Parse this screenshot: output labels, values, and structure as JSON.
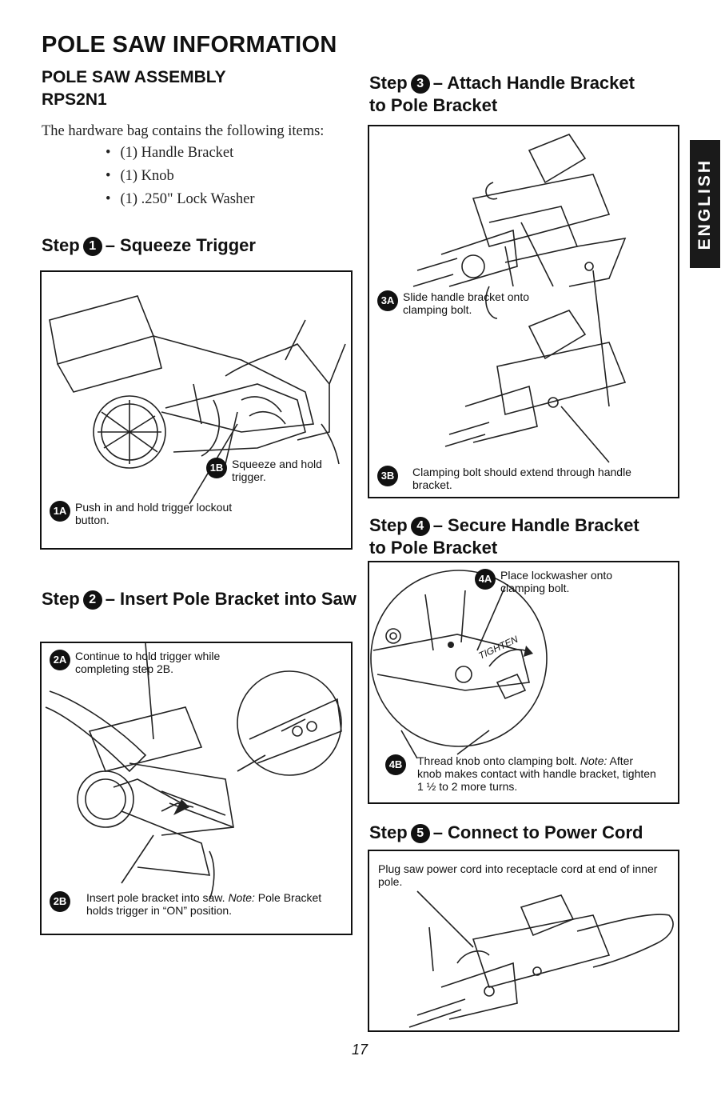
{
  "page": {
    "title": "POLE SAW INFORMATION",
    "subtitle": "POLE SAW ASSEMBLY",
    "model": "RPS2N1",
    "intro": "The hardware bag contains the following items:",
    "items": [
      "(1) Handle Bracket",
      "(1) Knob",
      "(1) .250\" Lock Washer"
    ],
    "side_tab": "ENGLISH",
    "page_number": "17"
  },
  "steps": {
    "s1": {
      "prefix": "Step",
      "num": "1",
      "title": "– Squeeze Trigger",
      "callouts": {
        "c1b": {
          "badge": "1B",
          "text": "Squeeze and hold trigger."
        },
        "c1a": {
          "badge": "1A",
          "text": "Push in and hold trigger lockout button."
        }
      }
    },
    "s2": {
      "prefix": "Step",
      "num": "2",
      "title": "– Insert Pole Bracket into Saw",
      "callouts": {
        "c2a": {
          "badge": "2A",
          "text": "Continue to hold trigger while completing step 2B."
        },
        "c2b": {
          "badge": "2B",
          "text_a": "Insert pole bracket into saw. ",
          "note": "Note:",
          "text_b": " Pole Bracket holds trigger in “ON” position."
        }
      }
    },
    "s3": {
      "prefix": "Step",
      "num": "3",
      "title_l1": "– Attach Handle Bracket",
      "title_l2": "to Pole Bracket",
      "callouts": {
        "c3a": {
          "badge": "3A",
          "text": "Slide handle bracket onto clamping bolt."
        },
        "c3b": {
          "badge": "3B",
          "text": "Clamping bolt should extend through handle bracket."
        }
      }
    },
    "s4": {
      "prefix": "Step",
      "num": "4",
      "title_l1": "– Secure Handle Bracket",
      "title_l2": "to Pole Bracket",
      "callouts": {
        "c4a": {
          "badge": "4A",
          "text": "Place lockwasher onto clamping bolt."
        },
        "c4b": {
          "badge": "4B",
          "text_a": "Thread knob onto clamping bolt. ",
          "note": "Note:",
          "text_b": " After knob makes contact with handle bracket, tighten 1 ½ to 2 more turns."
        }
      },
      "illustration_label": "TIGHTEN"
    },
    "s5": {
      "prefix": "Step",
      "num": "5",
      "title": "– Connect to Power Cord",
      "instruction": "Plug saw power cord into receptacle cord at end of inner pole."
    }
  }
}
